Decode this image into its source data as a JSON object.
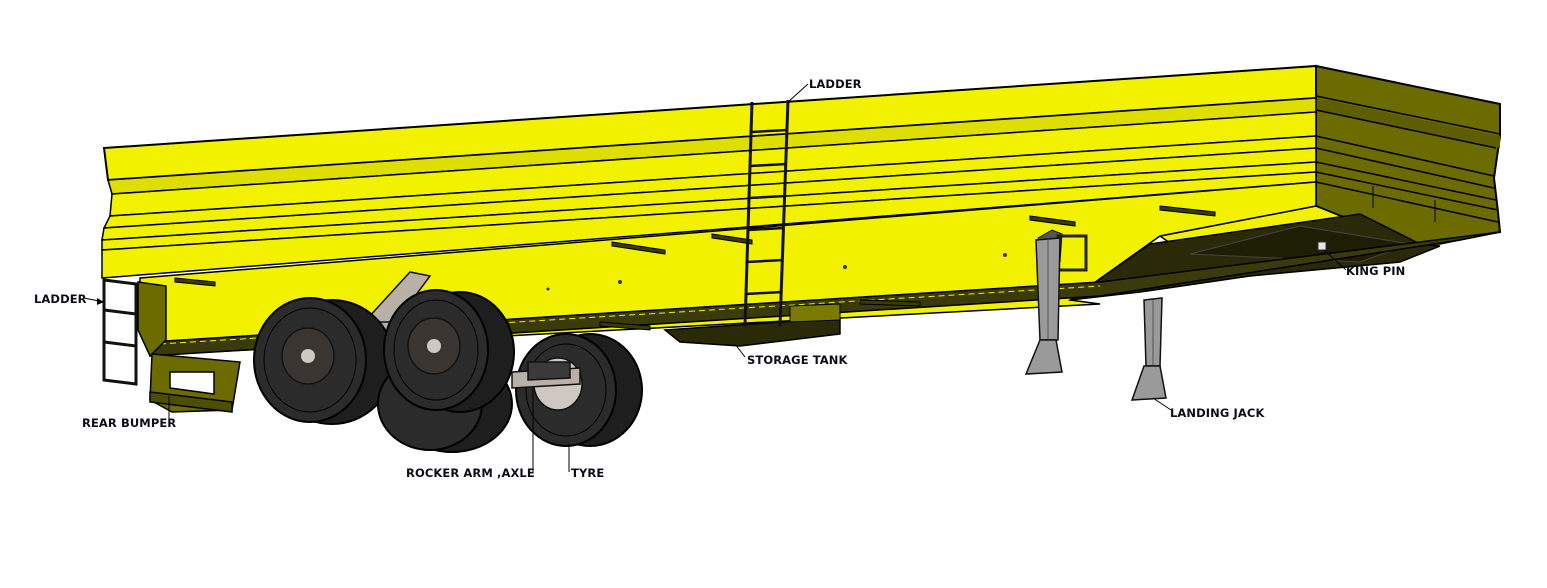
{
  "title": "Semi-trailer tank 3D model with labelled components",
  "colors": {
    "body_yellow": "#f2f200",
    "body_stripe": "#dede00",
    "body_shadow": "#6b6b00",
    "underside_dark": "#2a2a08",
    "tyre": "#2b2b2b",
    "hub": "#cfc8c0",
    "jack": "#9a9a9a",
    "line": "#000000",
    "label_text": "#0d0d1a"
  },
  "labels": [
    {
      "id": "ladder_top",
      "text": "LADDER"
    },
    {
      "id": "ladder_rear",
      "text": "LADDER"
    },
    {
      "id": "rear_bumper",
      "text": "REAR BUMPER"
    },
    {
      "id": "rocker_arm_axle",
      "text": "ROCKER ARM ,AXLE"
    },
    {
      "id": "tyre",
      "text": "TYRE"
    },
    {
      "id": "storage_tank",
      "text": "STORAGE TANK"
    },
    {
      "id": "landing_jack",
      "text": "LANDING JACK"
    },
    {
      "id": "king_pin",
      "text": "KING PIN"
    }
  ]
}
